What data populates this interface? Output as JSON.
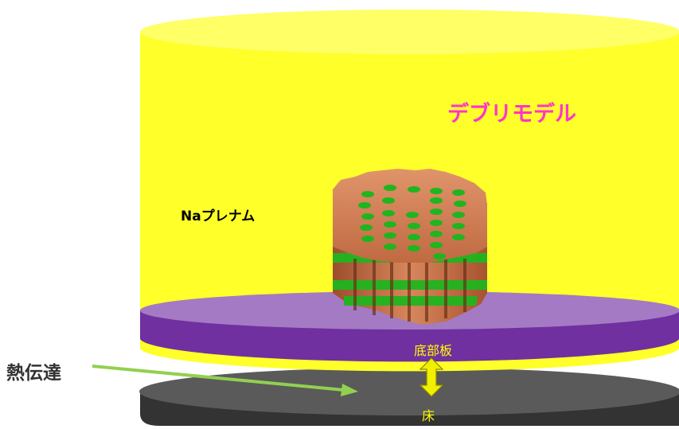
{
  "labels": {
    "debris_model": "デブリモデル",
    "na_plenum": "Naプレナム",
    "bottom_plate": "底部板",
    "floor": "床",
    "heat_transfer": "熱伝達"
  },
  "colors": {
    "vessel_yellow": "#ffff2a",
    "vessel_top": "#ffff66",
    "plate_top": "#a47ac4",
    "plate_side": "#7030a0",
    "floor_top": "#5a5a5a",
    "floor_side": "#333333",
    "core_copper": "#c8724a",
    "core_stripe": "#1fb51f",
    "arrow_green": "#92d050",
    "arrow_yellow": "#f0f000",
    "debris_text": "#ff33cc",
    "plenum_text": "#000000",
    "label_text": "#ffff00",
    "heat_text": "#333333"
  }
}
